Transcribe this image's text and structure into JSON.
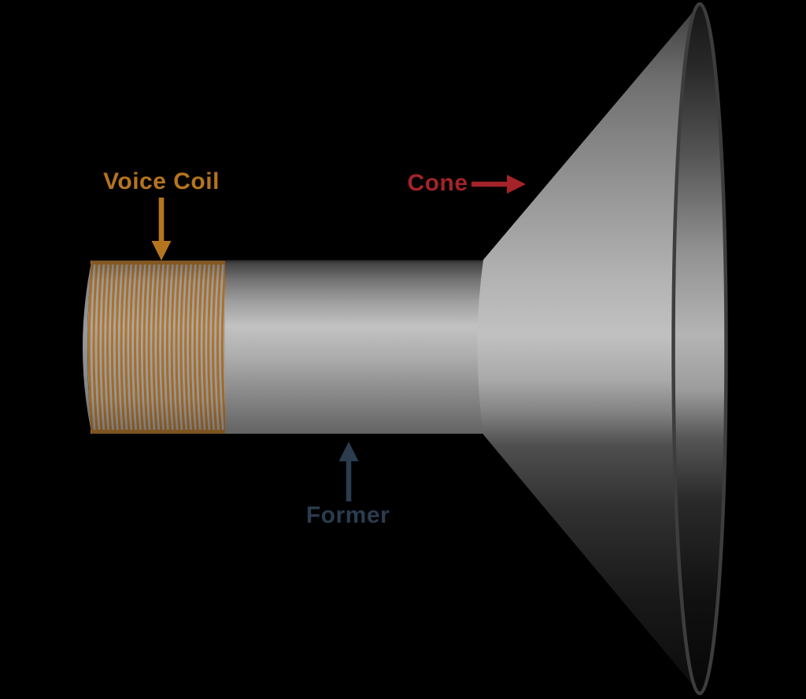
{
  "diagram": {
    "background_color": "#000000",
    "labels": {
      "voice_coil": {
        "text": "Voice Coil",
        "color": "#b5741f"
      },
      "cone": {
        "text": "Cone",
        "color": "#a32329"
      },
      "former": {
        "text": "Former",
        "color": "#2b3c4e"
      }
    },
    "voice_coil": {
      "winding_count": 30,
      "wire_color": "#b2762e",
      "gap_color": "#a9a9a9"
    }
  }
}
